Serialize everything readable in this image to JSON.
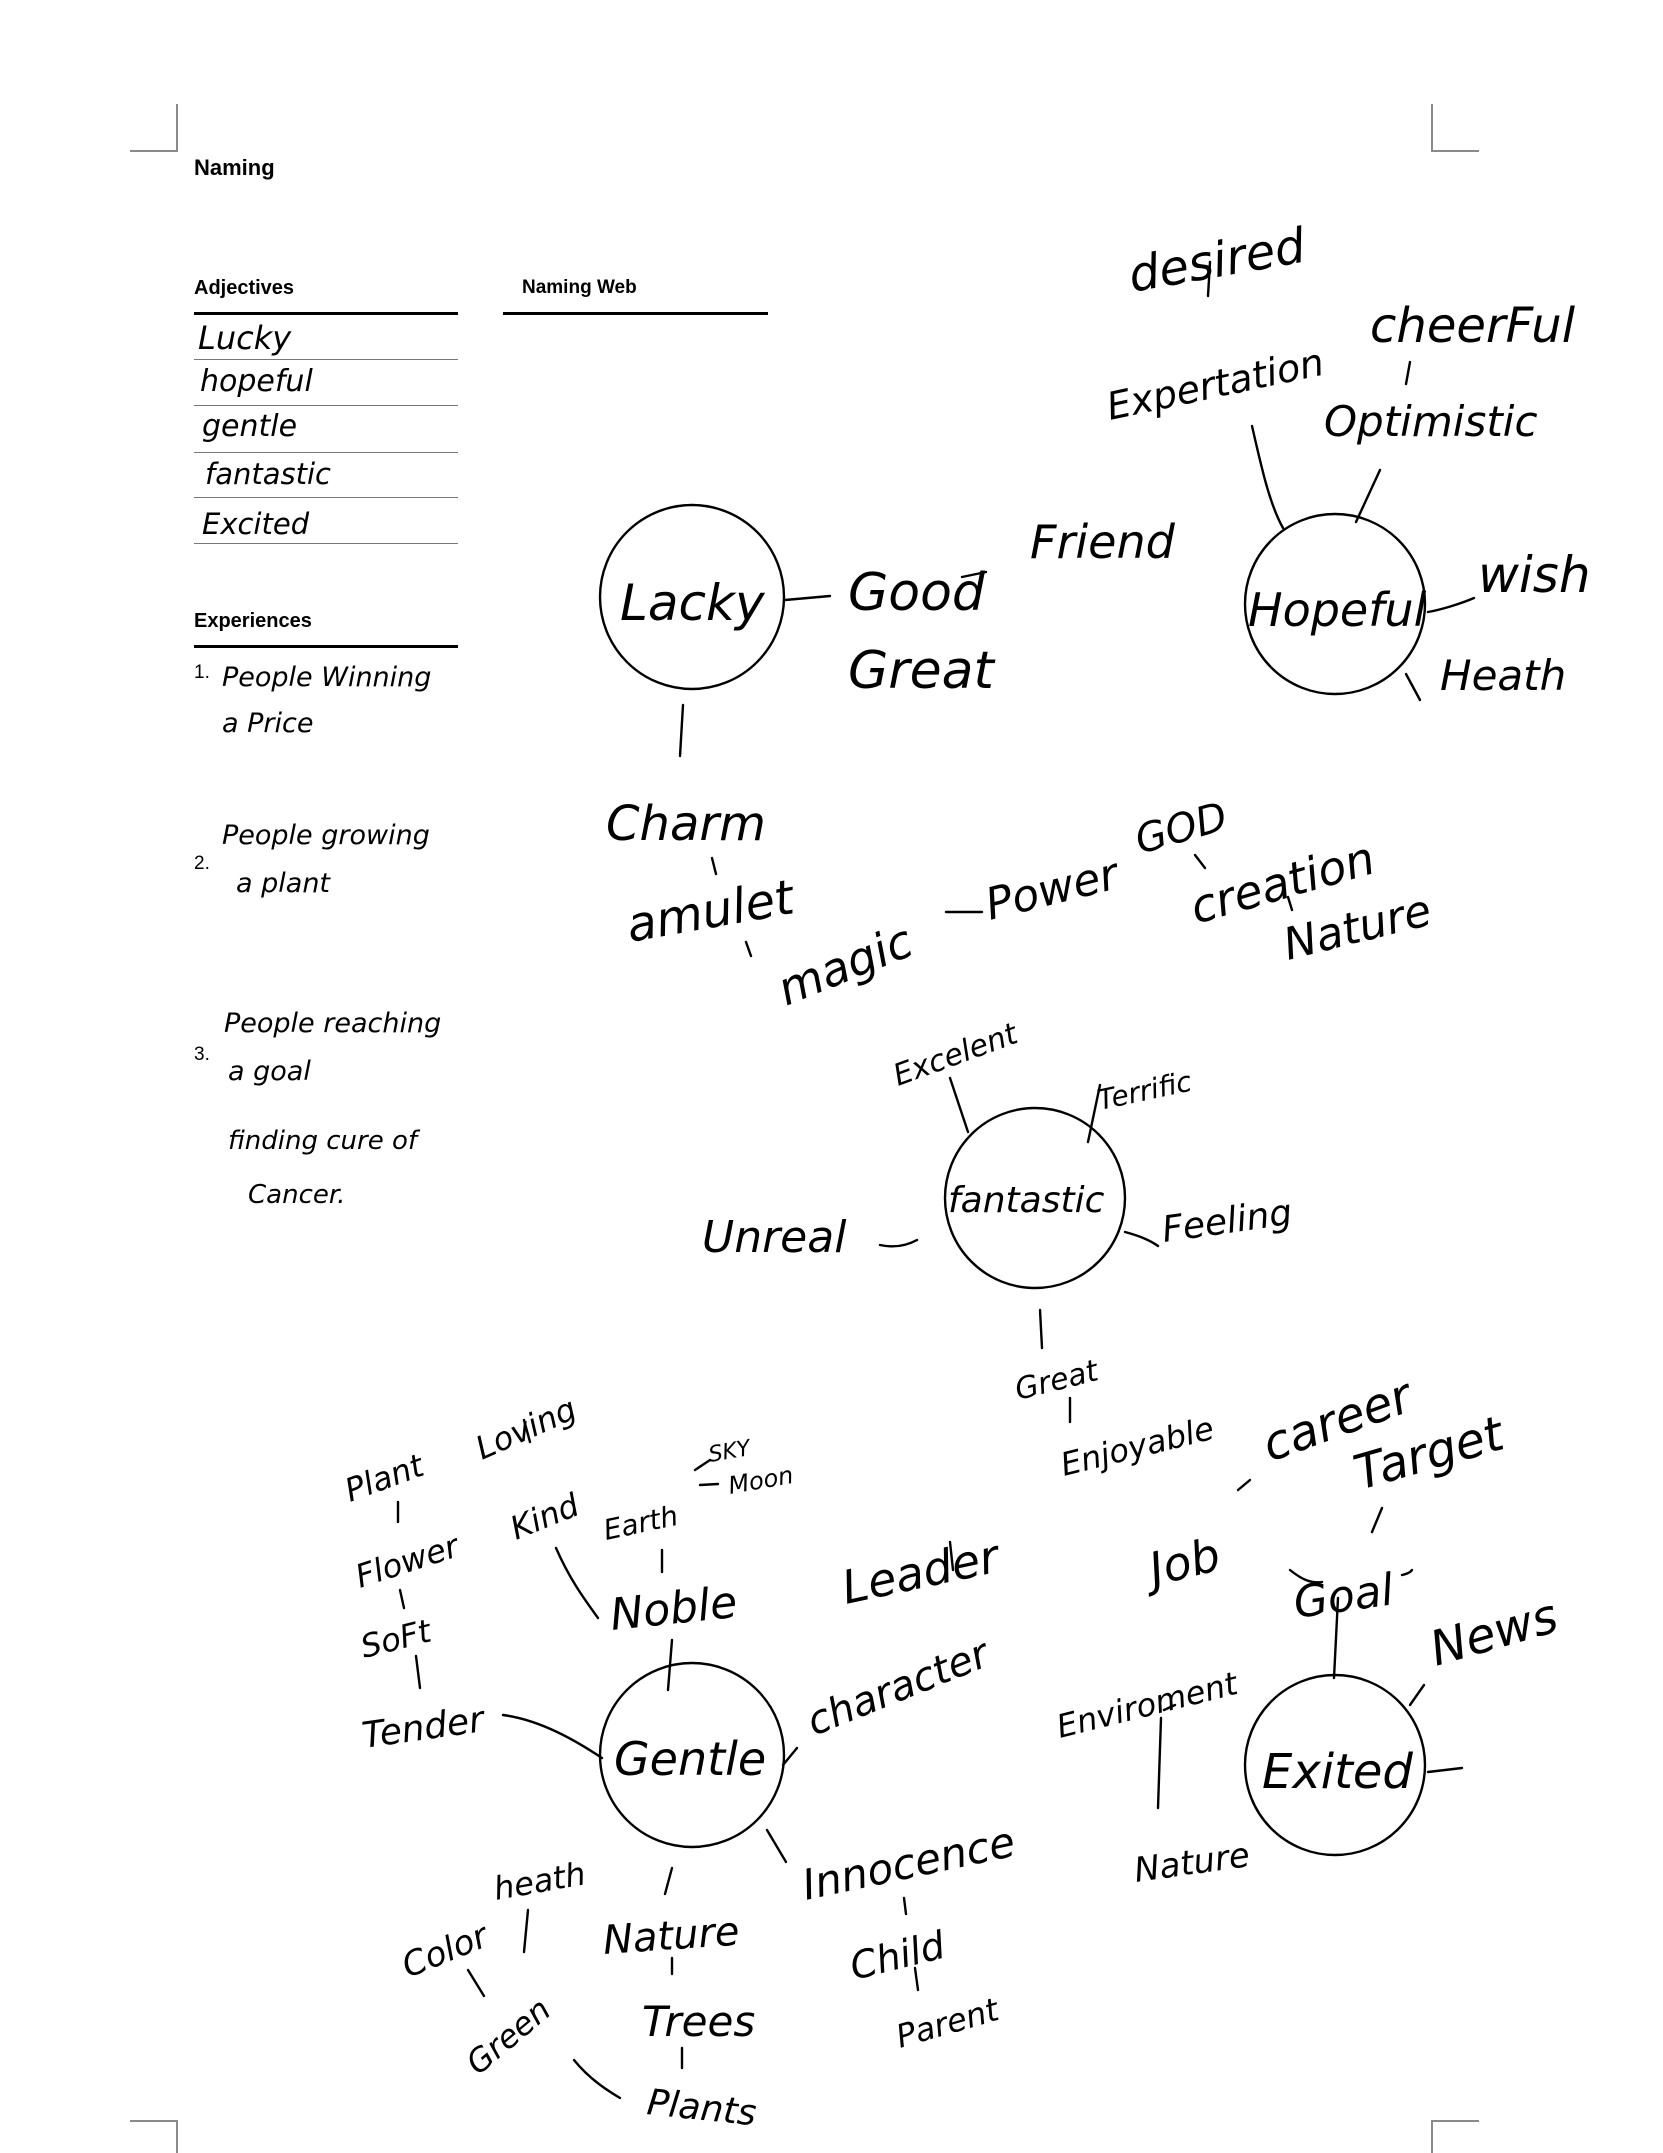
{
  "page": {
    "title": "Naming"
  },
  "adjectives": {
    "heading": "Adjectives",
    "items": [
      "Lucky",
      "hopeful",
      "gentle",
      "fantastic",
      "Excited"
    ]
  },
  "experiences": {
    "heading": "Experiences",
    "items": [
      {
        "num": "1.",
        "lines": [
          "People Winning",
          "a Price"
        ]
      },
      {
        "num": "2.",
        "lines": [
          "People growing",
          "a plant"
        ]
      },
      {
        "num": "3.",
        "lines": [
          "People reaching",
          "a goal",
          "finding cure of",
          "Cancer."
        ]
      }
    ]
  },
  "naming_web": {
    "heading": "Naming Web",
    "hubs": {
      "lucky": "Lacky",
      "hopeful": "Hopeful",
      "fantastic": "fantastic",
      "gentle": "Gentle",
      "excited": "Exited"
    },
    "words": {
      "desired": "desired",
      "expectation": "Expertation",
      "cheerful": "cheerFul",
      "optimistic": "Optimistic",
      "wish": "wish",
      "heath_top": "Heath",
      "good": "Good",
      "friend": "Friend",
      "great": "Great",
      "charm": "Charm",
      "amulet": "amulet",
      "magic": "magic",
      "power": "Power",
      "god": "GOD",
      "creation": "creation",
      "nature_top": "Nature",
      "excelent": "Excelent",
      "terrific": "Terrific",
      "unreal": "Unreal",
      "feeling": "Feeling",
      "great_f": "Great",
      "enjoyable": "Enjoyable",
      "plant": "Plant",
      "loving": "Loving",
      "flower": "Flower",
      "kind": "Kind",
      "soft": "SoFt",
      "tender": "Tender",
      "earth": "Earth",
      "sky": "SKY",
      "moon": "Moon",
      "noble": "Noble",
      "leader": "Leader",
      "character": "character",
      "innocence": "Innocence",
      "child": "Child",
      "parent": "Parent",
      "heath_g": "heath",
      "color": "Color",
      "green": "Green",
      "nature_g": "Nature",
      "trees": "Trees",
      "plants": "Plants",
      "career": "career",
      "target": "Target",
      "job": "Job",
      "goal": "Goal",
      "news": "News",
      "enviroment": "Enviroment",
      "nature_e": "Nature"
    }
  }
}
